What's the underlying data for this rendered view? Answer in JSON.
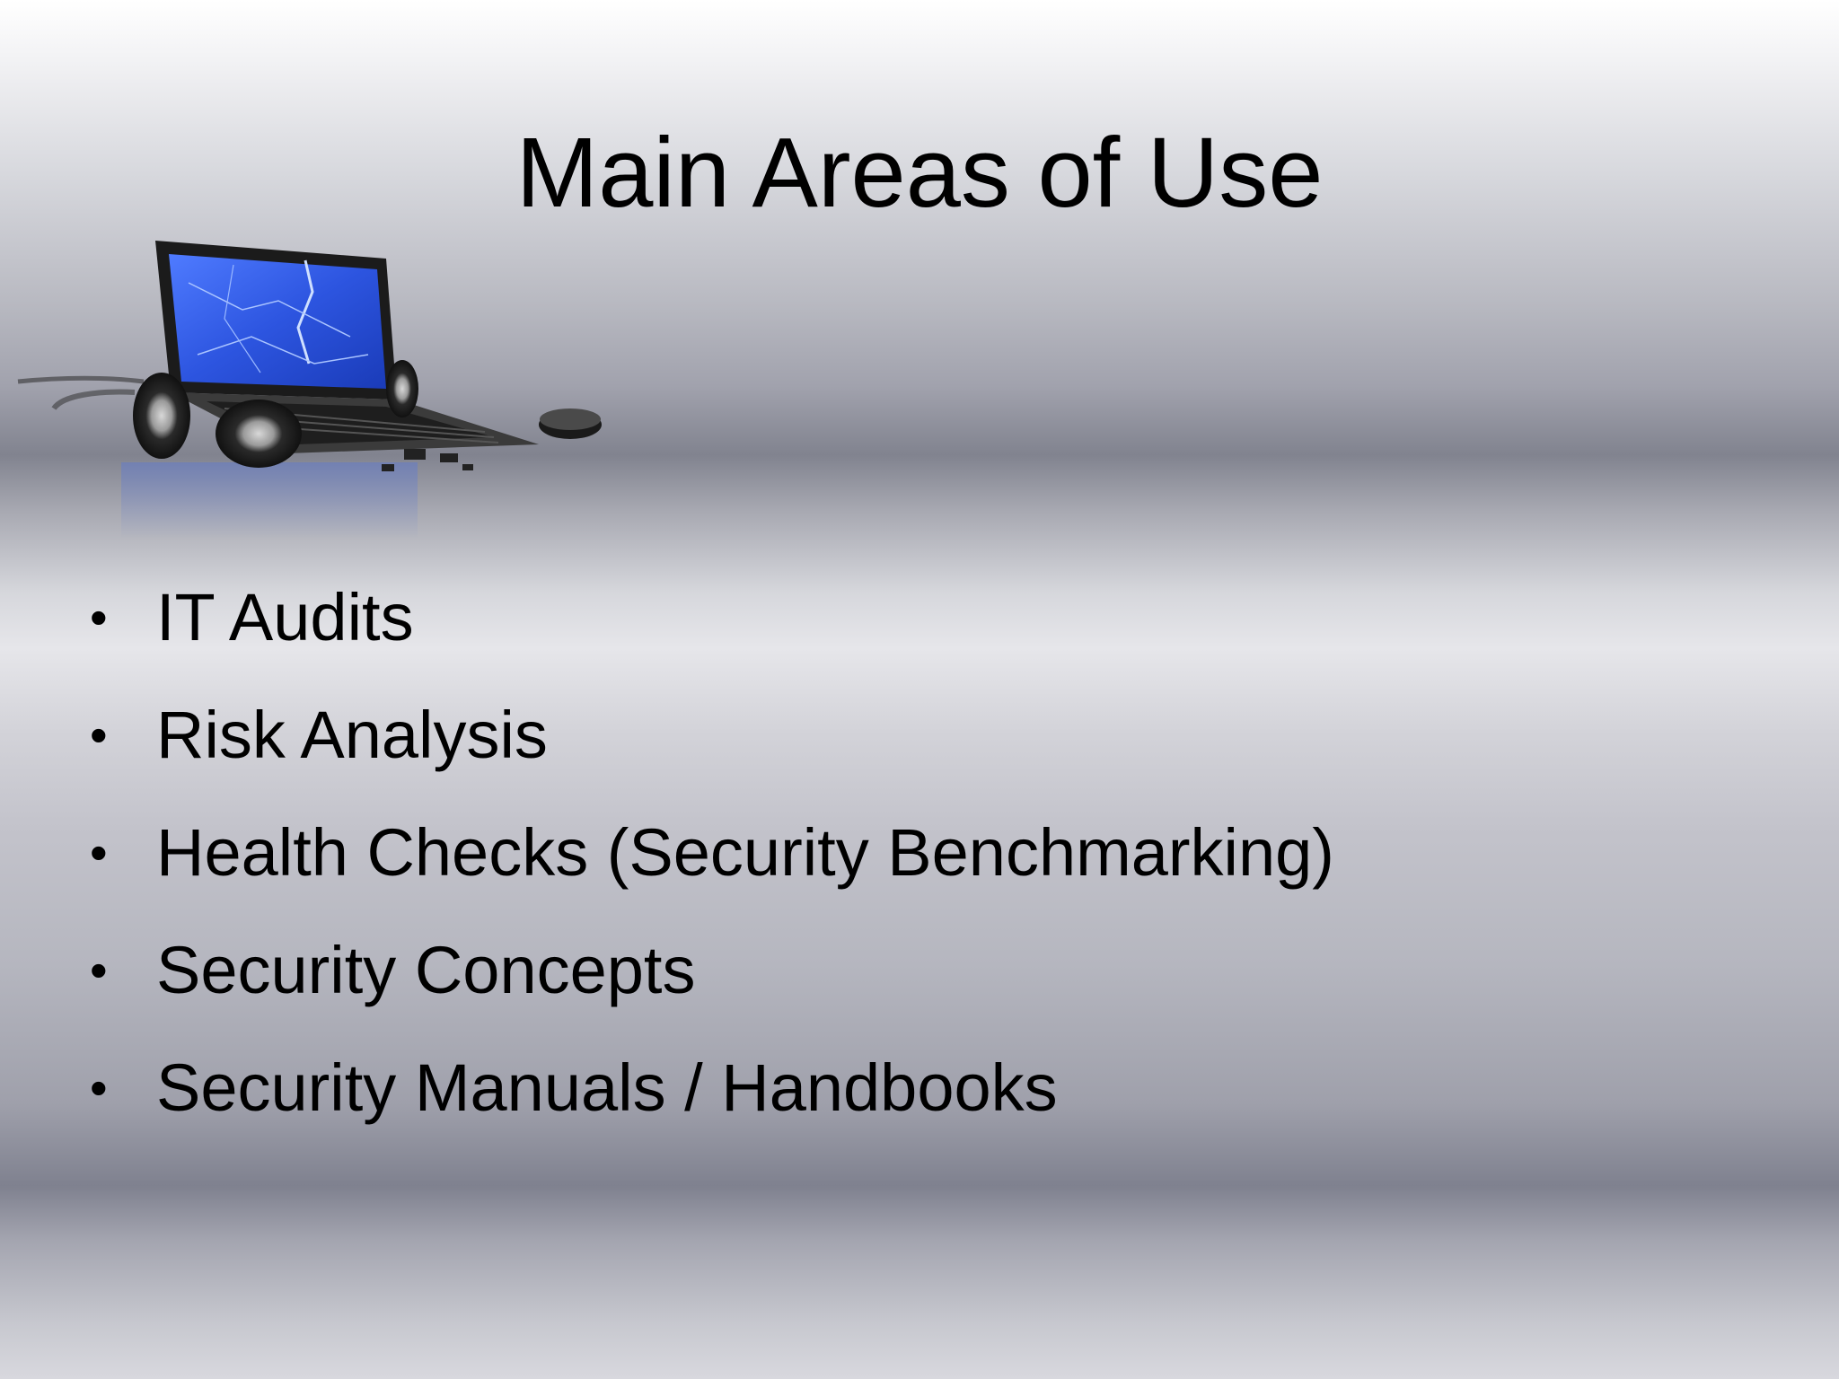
{
  "slide": {
    "title": "Main Areas of Use",
    "bullets": [
      "IT Audits",
      "Risk Analysis",
      "Health Checks (Security Benchmarking)",
      "Security Concepts",
      "Security Manuals / Handbooks"
    ],
    "bullet_glyph": "•",
    "illustration": "broken-laptop-with-wheels-icon"
  }
}
